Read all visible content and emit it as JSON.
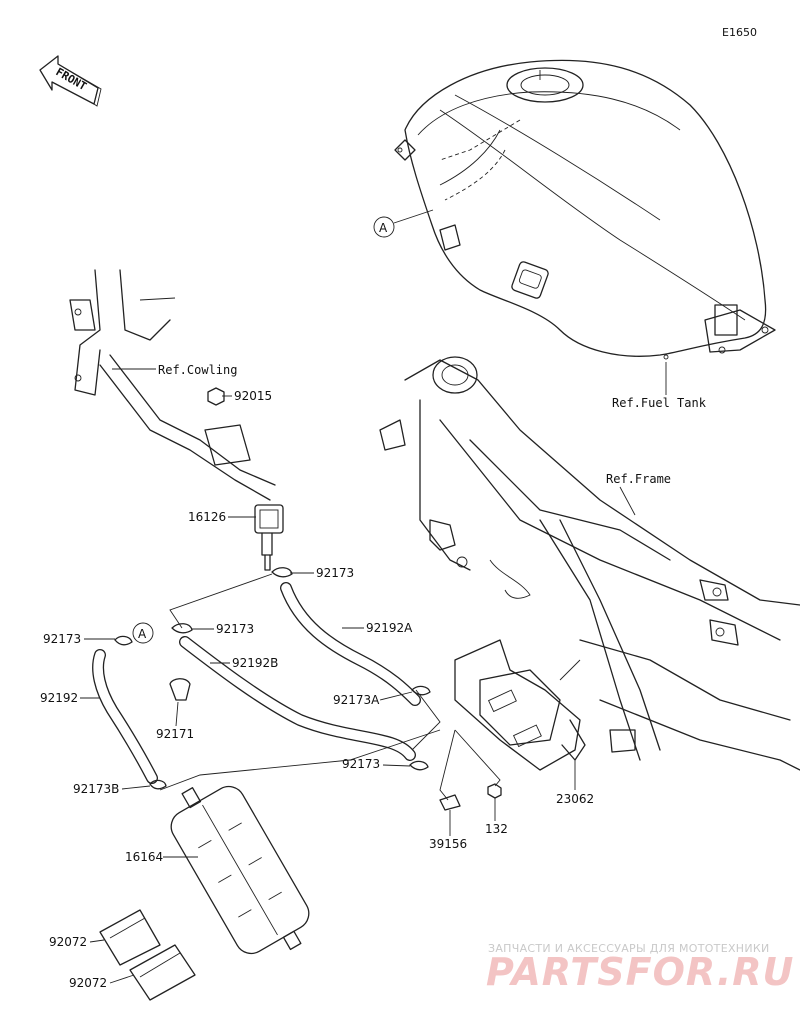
{
  "diagram": {
    "code": "E1650",
    "front_label": "FRONT",
    "callout_marker": "A",
    "references": {
      "cowling": "Ref.Cowling",
      "fuel_tank": "Ref.Fuel Tank",
      "frame": "Ref.Frame"
    },
    "parts": [
      "92015",
      "16126",
      "92173",
      "92192A",
      "92173",
      "92173",
      "92192B",
      "92192",
      "92171",
      "92173A",
      "92173",
      "92173B",
      "16164",
      "39156",
      "132",
      "23062",
      "92072",
      "92072"
    ],
    "watermark": {
      "tagline": "ЗАПЧАСТИ И АКСЕССУАРЫ ДЛЯ МОТОТЕХНИКИ",
      "brand": "PARTSFOR.RU"
    }
  }
}
